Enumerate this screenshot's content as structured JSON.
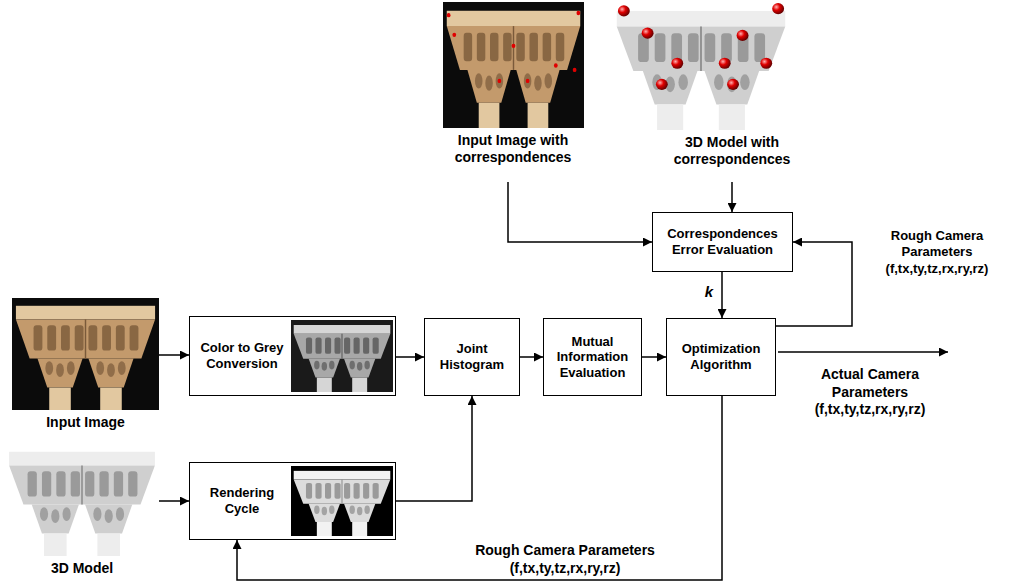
{
  "diagram": {
    "nodes": [
      {
        "text": [
          "Input Image with correspondences"
        ]
      },
      {
        "text": [
          "3D Model with correspondences"
        ]
      },
      {
        "text": [
          "Correspondences Error Evaluation"
        ]
      },
      {
        "text": [
          "Input Image"
        ]
      },
      {
        "text": [
          "Color to Grey Conversion"
        ]
      },
      {
        "text": [
          "Joint Histogram"
        ]
      },
      {
        "text": [
          "Mutual Information Evaluation"
        ]
      },
      {
        "text": [
          "Optimization Algorithm"
        ]
      },
      {
        "text": [
          "3D Model"
        ]
      },
      {
        "text": [
          "Rendering Cycle"
        ]
      }
    ],
    "edges": [
      {
        "from": 3,
        "to": 4,
        "arrow": "to"
      },
      {
        "from": 8,
        "to": 9,
        "arrow": "to"
      },
      {
        "from": 4,
        "to": 5,
        "arrow": "to"
      },
      {
        "from": 9,
        "to": 5,
        "arrow": "to"
      },
      {
        "from": 5,
        "to": 6,
        "arrow": "to"
      },
      {
        "from": 6,
        "to": 7,
        "arrow": "to"
      },
      {
        "from": 0,
        "to": 2,
        "arrow": "to"
      },
      {
        "from": 1,
        "to": 2,
        "arrow": "to"
      },
      {
        "from": 2,
        "to": 7,
        "arrow": "to",
        "label": "k"
      },
      {
        "from": 7,
        "to": 2,
        "arrow": "to",
        "label": "Rough Camera Parameters (f,tx,ty,tz,rx,ry,rz)"
      },
      {
        "from": 7,
        "to": 9,
        "arrow": "to",
        "label": "Rough Camera Parameters (f,tx,ty,tz,rx,ry,rz)"
      }
    ],
    "labels": [
      "Actual Camera Parameters (f,tx,ty,tz,rx,ry,rz)"
    ]
  }
}
